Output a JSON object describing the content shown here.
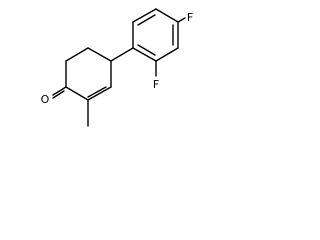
{
  "molecule": {
    "atoms": {
      "oxygen": "O",
      "fluorine_ortho": "F",
      "fluorine_para": "F"
    }
  }
}
